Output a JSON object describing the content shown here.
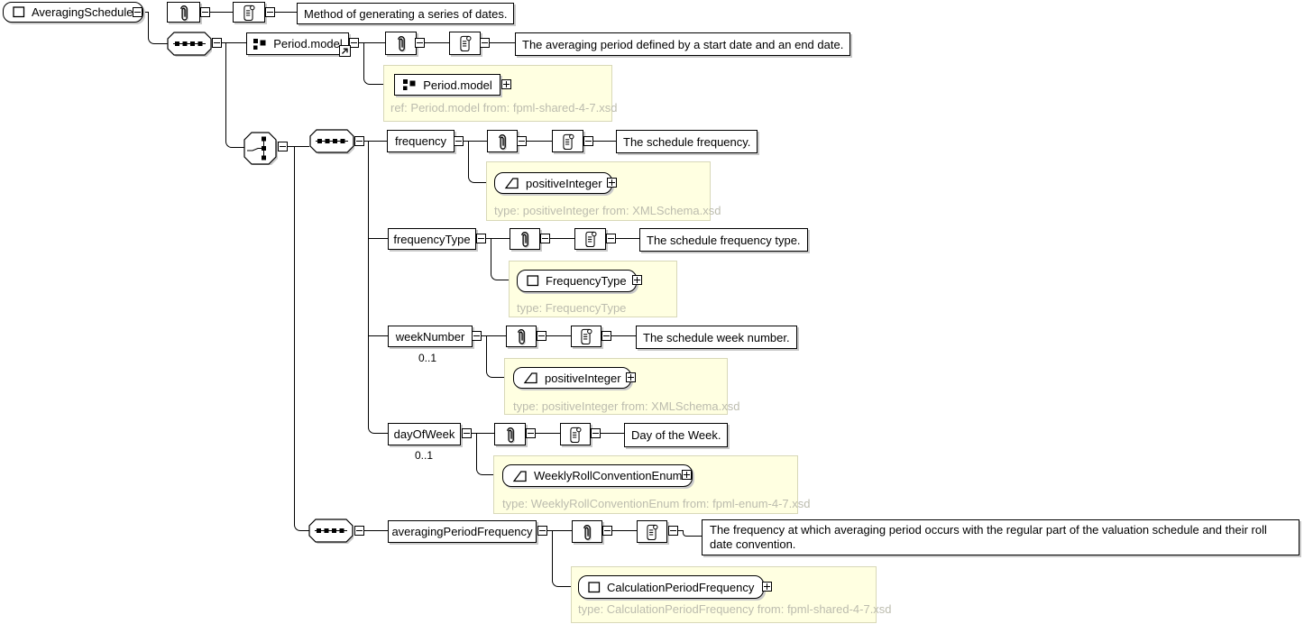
{
  "app": {
    "description": "XML schema content-model diagram"
  },
  "root": {
    "name": "AveragingSchedule",
    "doc": "Method of generating a series of dates."
  },
  "period_model": {
    "name": "Period.model",
    "doc": "The averaging period defined by a start date and an end date.",
    "ref_name": "Period.model",
    "ref_note": "ref: Period.model from: fpml-shared-4-7.xsd"
  },
  "children": {
    "frequency": {
      "name": "frequency",
      "doc": "The schedule frequency.",
      "type_name": "positiveInteger",
      "type_note": "type: positiveInteger from: XMLSchema.xsd"
    },
    "frequency_type": {
      "name": "frequencyType",
      "doc": "The schedule frequency type.",
      "type_name": "FrequencyType",
      "type_note": "type: FrequencyType"
    },
    "week_number": {
      "name": "weekNumber",
      "occurs": "0..1",
      "doc": "The schedule week number.",
      "type_name": "positiveInteger",
      "type_note": "type: positiveInteger from: XMLSchema.xsd"
    },
    "day_of_week": {
      "name": "dayOfWeek",
      "occurs": "0..1",
      "doc": "Day of the Week.",
      "type_name": "WeeklyRollConventionEnum",
      "type_note": "type: WeeklyRollConventionEnum from: fpml-enum-4-7.xsd"
    },
    "averaging_period_frequency": {
      "name": "averagingPeriodFrequency",
      "doc": "The frequency at which averaging period occurs with the regular part of the valuation schedule and their roll date convention.",
      "type_name": "CalculationPeriodFrequency",
      "type_note": "type: CalculationPeriodFrequency from: fpml-shared-4-7.xsd"
    }
  },
  "icons": {
    "paperclip": "attributes-paperclip-icon",
    "scroll": "annotation-scroll-icon",
    "sequence": "sequence-compositor-icon",
    "choice": "choice-compositor-icon",
    "complex_type": "complex-type-square-icon",
    "simple_type": "simple-type-slant-icon",
    "model_group": "model-group-icon",
    "link_arrow": "goto-definition-arrow-icon"
  },
  "colors": {
    "background": "#ffffff",
    "box_border": "#000000",
    "shadow": "#c9c9c9",
    "type_panel_bg": "#ffffe1",
    "type_panel_border": "#d8d8b8",
    "muted_note_text": "#bcbcae"
  }
}
